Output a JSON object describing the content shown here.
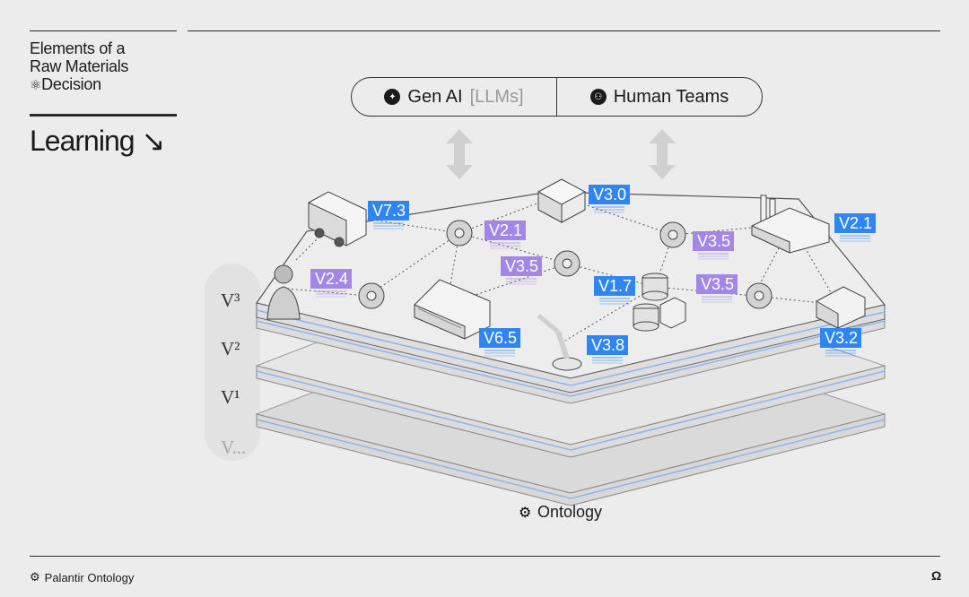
{
  "sidebar": {
    "title_lines": [
      "Elements of a",
      "Raw Materials",
      "Decision"
    ],
    "section": "Learning ↘"
  },
  "top_pill": {
    "left_label": "Gen AI",
    "left_suffix": "[LLMs]",
    "right_label": "Human Teams"
  },
  "diagram": {
    "layer_labels": [
      "V³",
      "V²",
      "V¹",
      "V..."
    ],
    "ontology_label": "Ontology",
    "version_tags": [
      {
        "text": "V7.3",
        "color": "blue"
      },
      {
        "text": "V3.0",
        "color": "blue"
      },
      {
        "text": "V2.1",
        "color": "purple"
      },
      {
        "text": "V2.1",
        "color": "blue"
      },
      {
        "text": "V3.5",
        "color": "purple"
      },
      {
        "text": "V2.4",
        "color": "purple"
      },
      {
        "text": "V3.5",
        "color": "purple"
      },
      {
        "text": "V1.7",
        "color": "blue"
      },
      {
        "text": "V3.5",
        "color": "purple"
      },
      {
        "text": "V6.5",
        "color": "blue"
      },
      {
        "text": "V3.8",
        "color": "blue"
      },
      {
        "text": "V3.2",
        "color": "blue"
      }
    ]
  },
  "footer": {
    "brand": "Palantir Ontology",
    "mark": "Ω"
  },
  "colors": {
    "tag_blue": "#2f86f2",
    "tag_purple": "#a387e6",
    "layer_stripe": "#8fb4f0",
    "background": "#ececec"
  }
}
